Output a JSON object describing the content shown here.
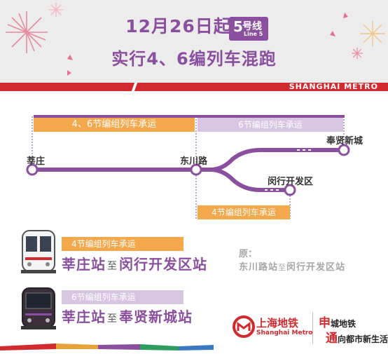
{
  "header": {
    "title_part1": "12月26日起",
    "line_number": "5",
    "line_hx": "号线",
    "line_en": "Line 5",
    "title_line2": "实行4、6编列车混跑",
    "brand_text": "SHANGHAI METRO"
  },
  "map": {
    "banners": {
      "top_left": "4、6节编组列车承运",
      "top_right": "6节编组列车承运",
      "branch": "4节编组列车承运"
    },
    "stations": {
      "xinzhuang": "莘庄",
      "dongchuanlu": "东川路",
      "fengxian": "奉贤新城",
      "minhang": "闵行开发区"
    }
  },
  "services": [
    {
      "tag": "4节编组列车承运",
      "from": "莘庄站",
      "connector": "至",
      "to": "闵行开发区站"
    },
    {
      "tag": "6节编组列车承运",
      "from": "莘庄站",
      "connector": "至",
      "to": "奉贤新城站"
    }
  ],
  "original": {
    "label": "原：",
    "from": "东川路站",
    "connector": "至",
    "to": "闵行开发区站"
  },
  "footer": {
    "logo_cn": "上海地铁",
    "logo_en": "Shanghai Metro",
    "slogan1_big": "申",
    "slogan1_rest": "城地铁",
    "slogan2_big": "通",
    "slogan2_rest": "向都市新生活"
  },
  "colors": {
    "purple": "#8a4f9e",
    "light_purple": "#d7c6e2",
    "orange": "#f2a84b",
    "red": "#d12a2f"
  }
}
